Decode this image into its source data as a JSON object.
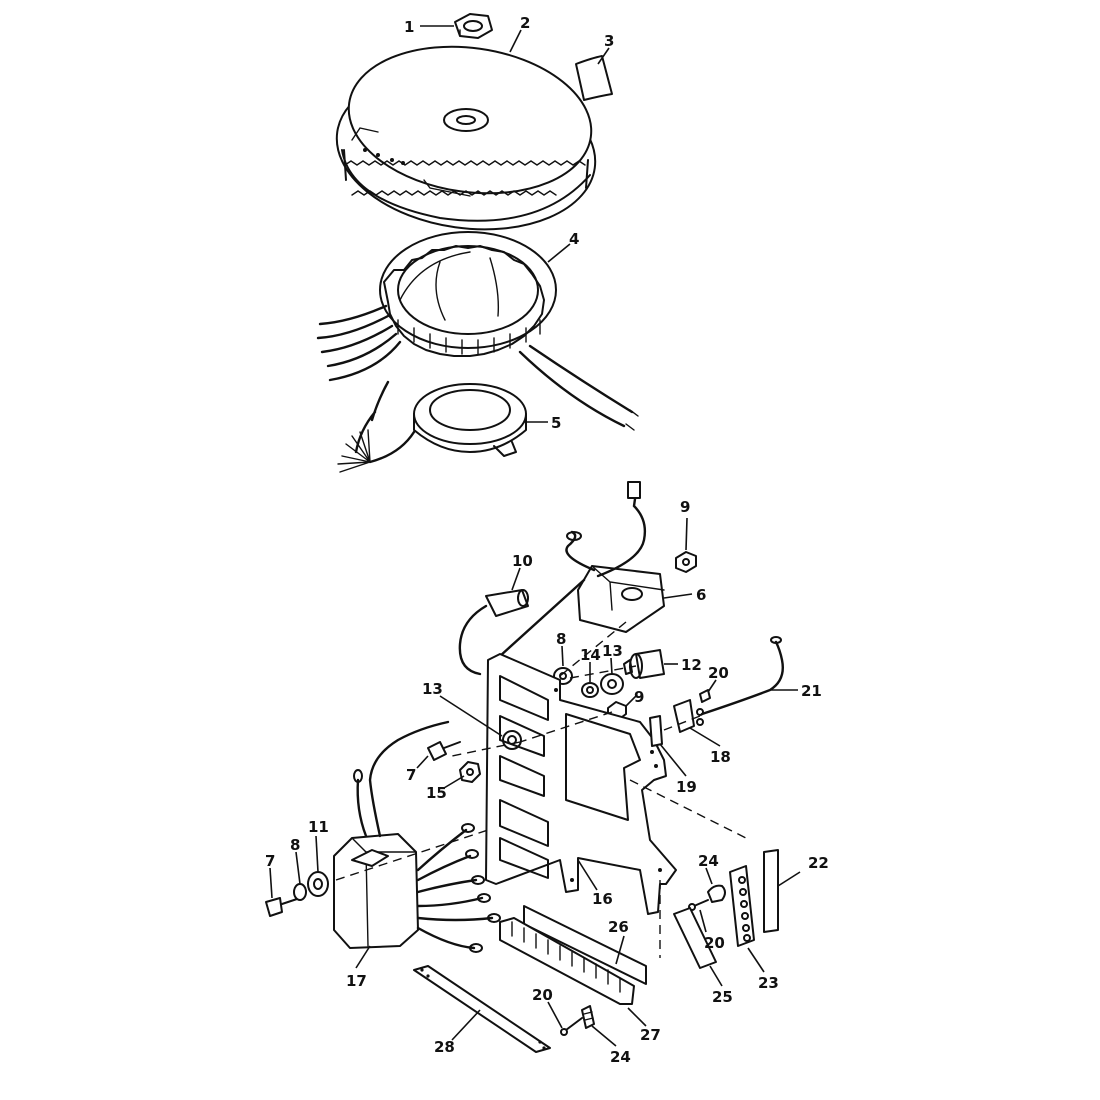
{
  "colors": {
    "ink": "#111111",
    "paper": "#ffffff"
  },
  "callouts": {
    "c1": "1",
    "c2": "2",
    "c3": "3",
    "c4": "4",
    "c5": "5",
    "c6": "6",
    "c7a": "7",
    "c7b": "7",
    "c8a": "8",
    "c8b": "8",
    "c9a": "9",
    "c9b": "9",
    "c10": "10",
    "c11": "11",
    "c12": "12",
    "c13a": "13",
    "c13b": "13",
    "c14": "14",
    "c15": "15",
    "c16": "16",
    "c17": "17",
    "c18": "18",
    "c19": "19",
    "c20a": "20",
    "c20b": "20",
    "c20c": "20",
    "c21": "21",
    "c22": "22",
    "c23": "23",
    "c24a": "24",
    "c24b": "24",
    "c25": "25",
    "c26": "26",
    "c27": "27",
    "c28": "28"
  }
}
